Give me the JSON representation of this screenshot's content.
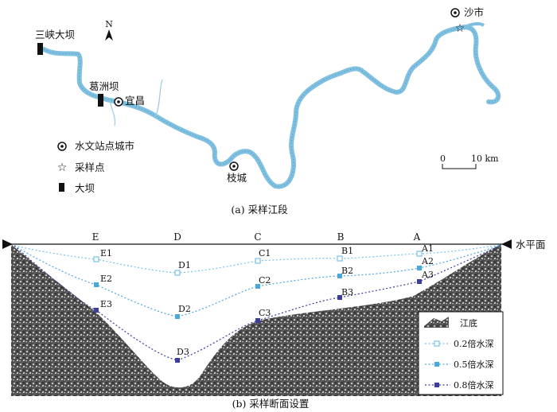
{
  "map": {
    "caption": "(a)  采样江段",
    "north": "N",
    "dams": {
      "sanxia": "三峡大坝",
      "gezhouba": "葛洲坝"
    },
    "cities": {
      "yichang": "宜昌",
      "zhicheng": "枝城",
      "shashi": "沙市"
    },
    "legend": [
      {
        "icon": "city-station-icon",
        "label": "水文站点城市"
      },
      {
        "icon": "star-icon",
        "label": "采样点"
      },
      {
        "icon": "dam-icon",
        "label": "大坝"
      }
    ],
    "scale": {
      "left": "0",
      "right": "10 km"
    },
    "river_color": "#7fbfe0"
  },
  "section": {
    "caption": "(b)  采样断面设置",
    "water_surface": "水平面",
    "columns": [
      "E",
      "D",
      "C",
      "B",
      "A"
    ],
    "points_02": [
      "E1",
      "D1",
      "C1",
      "B1",
      "A1"
    ],
    "points_05": [
      "E2",
      "D2",
      "C2",
      "B2",
      "A2"
    ],
    "points_08": [
      "E3",
      "D3",
      "C3",
      "B3",
      "A3"
    ],
    "legend": {
      "bed": "江底",
      "d02": "0.2倍水深",
      "d05": "0.5倍水深",
      "d08": "0.8倍水深"
    },
    "colors": {
      "d02": "#79c3e8",
      "d05": "#4aa8dc",
      "d08": "#3b3f99"
    }
  }
}
